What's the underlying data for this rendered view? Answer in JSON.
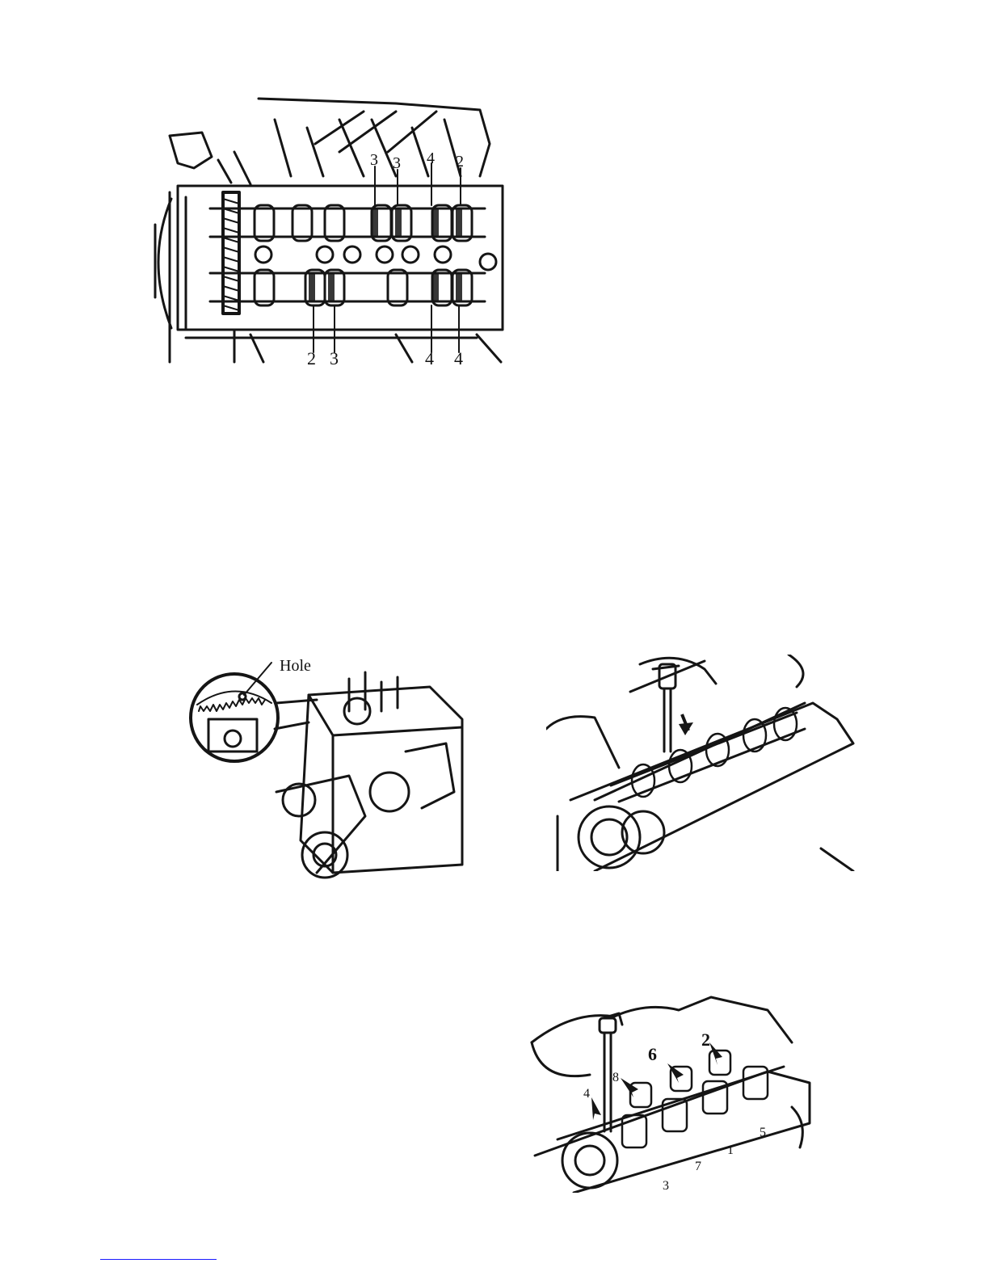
{
  "figures": [
    {
      "id": "camshaft-top-view",
      "callouts": {
        "top": [
          "3",
          "3",
          "4",
          "2"
        ],
        "bottom": [
          "2",
          "3",
          "4",
          "4"
        ]
      }
    },
    {
      "id": "cam-sprocket-hole",
      "callouts": {
        "hole": "Hole"
      }
    },
    {
      "id": "cam-cap-removal",
      "callouts": {}
    },
    {
      "id": "cam-cap-bolt-sequence",
      "callouts": {
        "six": "6",
        "two": "2",
        "eight": "8",
        "four": "4",
        "three": "3",
        "seven": "7",
        "one": "1",
        "five": "5"
      }
    }
  ],
  "footnote_rule_color": "#1a1aff"
}
